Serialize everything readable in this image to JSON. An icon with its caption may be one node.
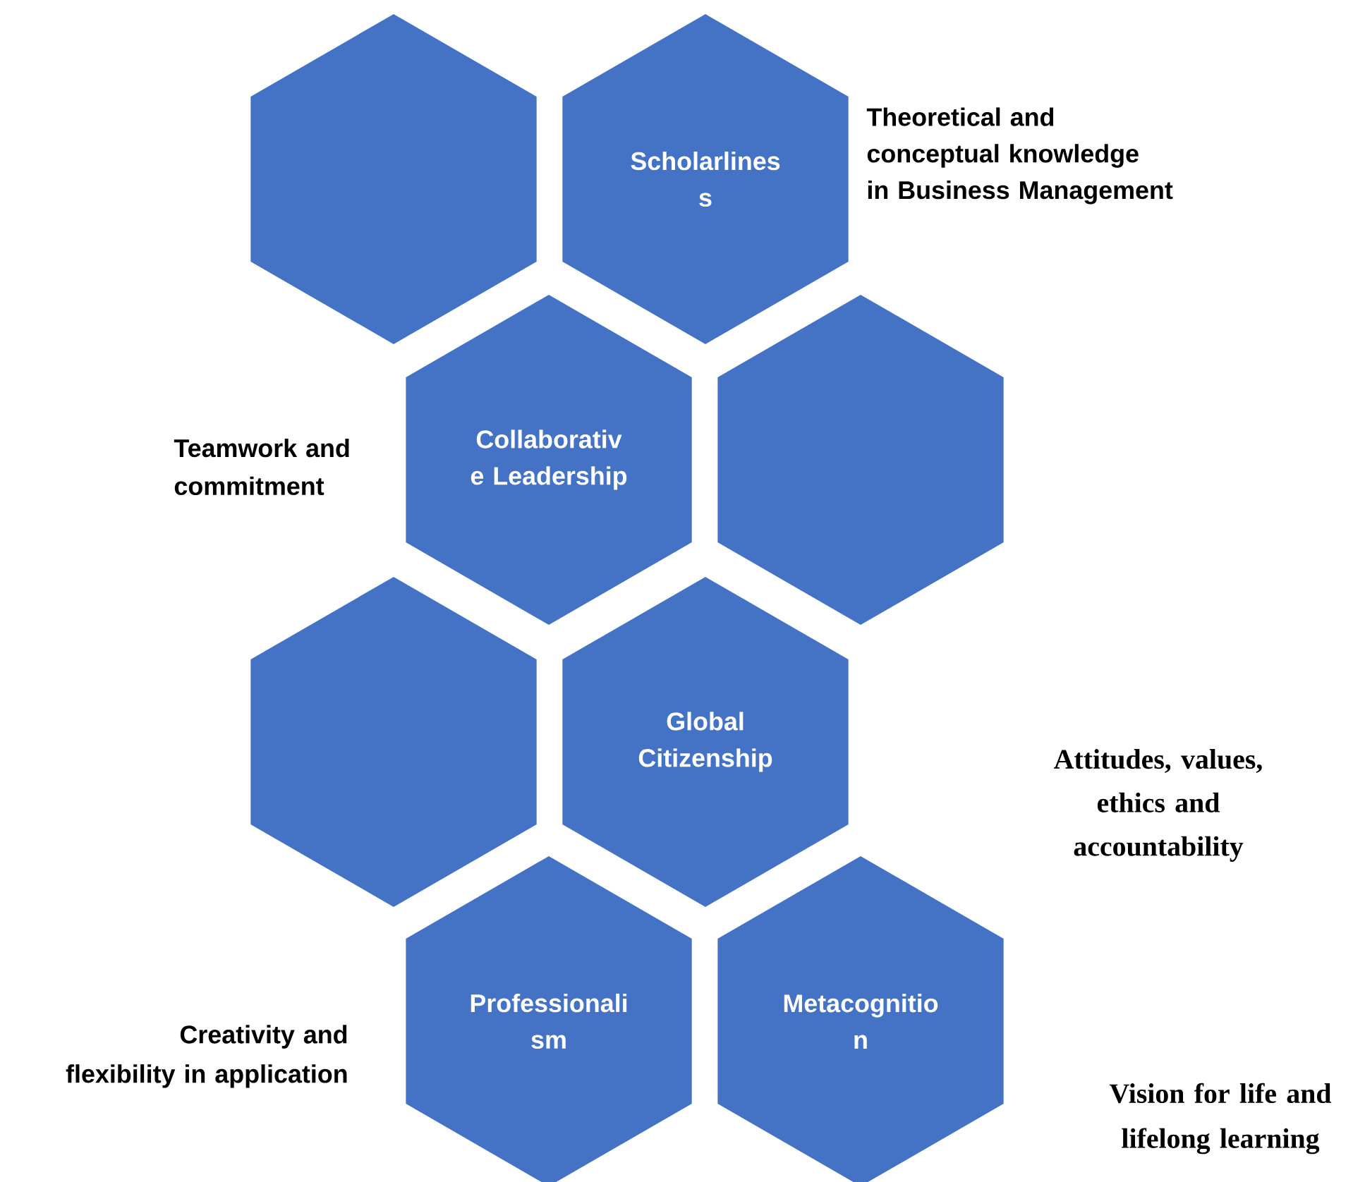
{
  "diagram": {
    "nodes": [
      {
        "text": [],
        "shape": "hexagon"
      },
      {
        "text": [
          "Scholarlines s"
        ],
        "beside": [
          "Theoretical and conceptual knowledge in Business Management"
        ]
      },
      {
        "text": [
          "Collaborativ e Leadership"
        ],
        "beside": [
          "Teamwork and commitment"
        ]
      },
      {
        "text": [],
        "shape": "hexagon"
      },
      {
        "text": [],
        "shape": "hexagon"
      },
      {
        "text": [
          "Global Citizenship"
        ]
      },
      {
        "text": [
          "Professionali sm"
        ],
        "beside": [
          "Creativity and flexibility in application"
        ]
      },
      {
        "text": [
          "Metacognitio n"
        ],
        "beside": [
          "Vision for life and lifelong learning"
        ]
      }
    ],
    "labels": [
      "Attitudes, values, ethics and accountability"
    ]
  }
}
